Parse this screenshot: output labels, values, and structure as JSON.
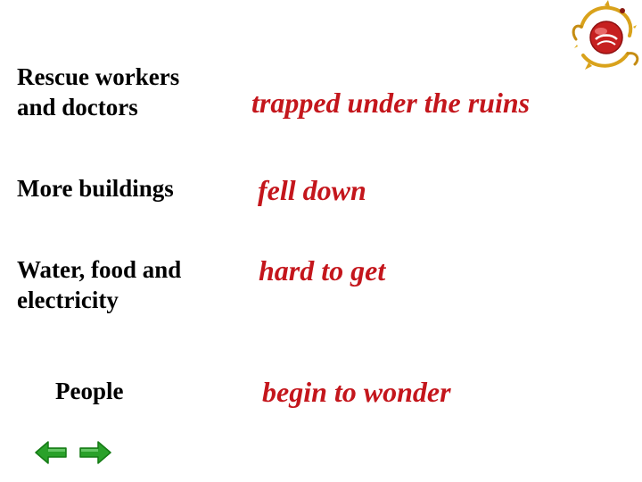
{
  "rows": [
    {
      "subject_line1": "Rescue workers",
      "subject_line2": "and doctors",
      "predicate": "trapped under the ruins"
    },
    {
      "subject_line1": "More buildings",
      "subject_line2": "",
      "predicate": "fell down"
    },
    {
      "subject_line1": "Water, food and",
      "subject_line2": "electricity",
      "predicate": "hard to get"
    },
    {
      "subject_line1": "People",
      "subject_line2": "",
      "predicate": "begin to wonder"
    }
  ],
  "icons": {
    "logo": "dragon-ball-logo-icon",
    "prev": "arrow-left-icon",
    "next": "arrow-right-icon"
  },
  "colors": {
    "background": "#ffffff",
    "subject_text": "#000000",
    "predicate_text": "#c4161c",
    "arrow_green": "#2aa12a"
  }
}
